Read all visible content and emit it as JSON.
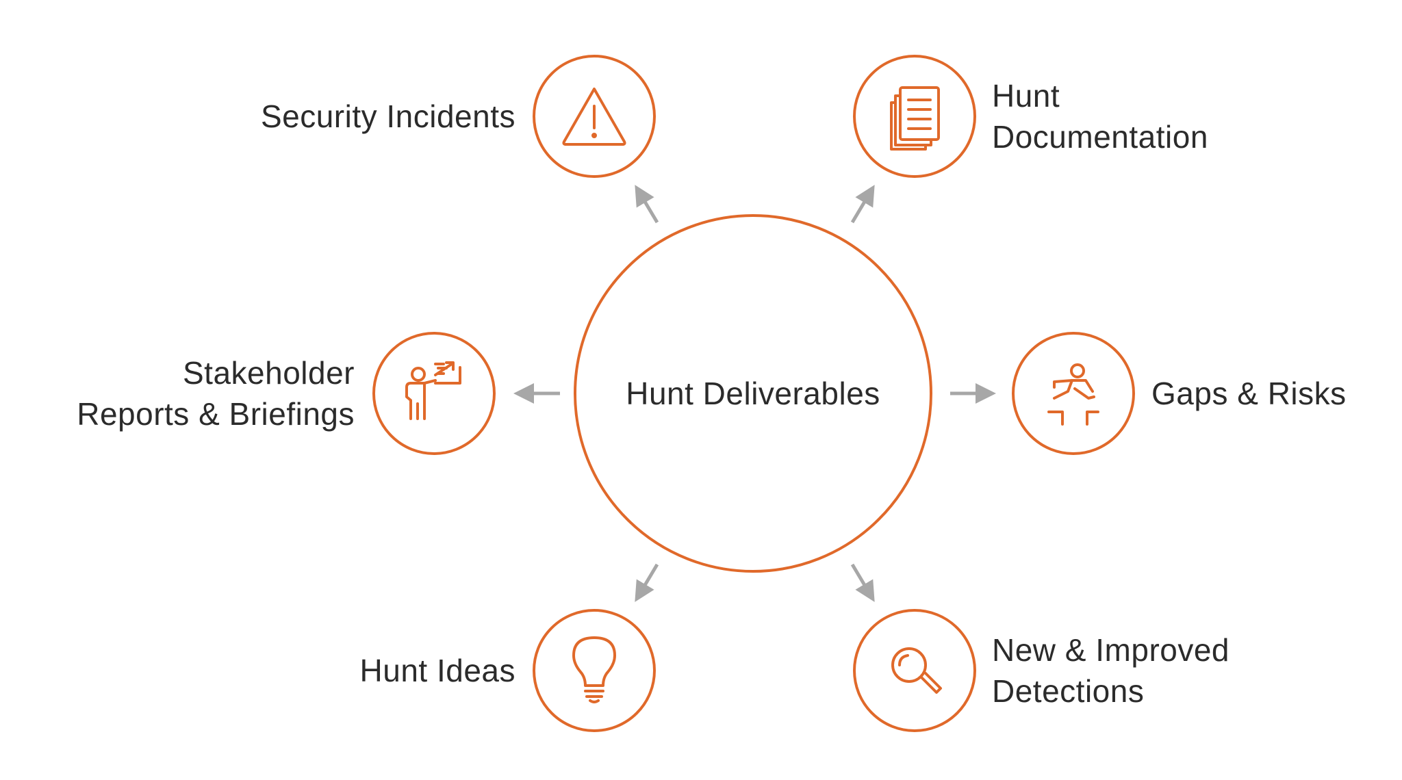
{
  "diagram": {
    "center": {
      "label": "Hunt Deliverables"
    },
    "nodes": [
      {
        "id": "security-incidents",
        "lines": [
          "Security Incidents"
        ],
        "icon": "warning-icon"
      },
      {
        "id": "hunt-documentation",
        "lines": [
          "Hunt",
          "Documentation"
        ],
        "icon": "documents-icon"
      },
      {
        "id": "stakeholder-reports",
        "lines": [
          "Stakeholder",
          "Reports & Briefings"
        ],
        "icon": "presenter-icon"
      },
      {
        "id": "gaps-risks",
        "lines": [
          "Gaps & Risks"
        ],
        "icon": "hurdle-jump-icon"
      },
      {
        "id": "hunt-ideas",
        "lines": [
          "Hunt Ideas"
        ],
        "icon": "lightbulb-icon"
      },
      {
        "id": "detections",
        "lines": [
          "New & Improved",
          "Detections"
        ],
        "icon": "magnifier-icon"
      }
    ]
  },
  "colors": {
    "accent": "#e0692a",
    "arrow": "#a7a7a7",
    "text": "#2b2b2b"
  }
}
